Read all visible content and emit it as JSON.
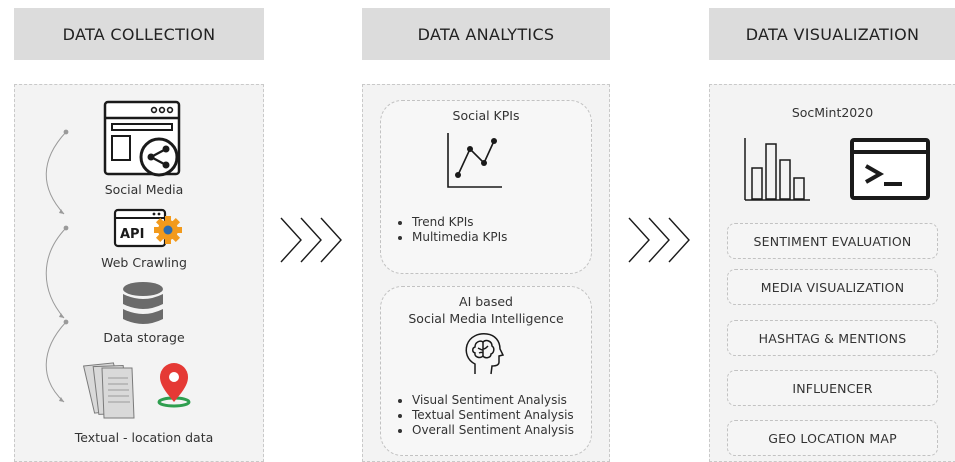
{
  "headers": {
    "collection": "DATA COLLECTION",
    "analytics": "DATA ANALYTICS",
    "visualization": "DATA VISUALIZATION"
  },
  "collection": {
    "social_media": "Social Media",
    "web_crawling": "Web Crawling",
    "api_label": "API",
    "data_storage": "Data storage",
    "textual_location": "Textual - location data"
  },
  "analytics": {
    "kpi_title": "Social KPIs",
    "kpi_items": [
      "Trend KPIs",
      "Multimedia KPIs"
    ],
    "ai_title_1": "AI based",
    "ai_title_2": "Social Media Intelligence",
    "ai_items": [
      "Visual Sentiment Analysis",
      "Textual Sentiment Analysis",
      "Overall Sentiment Analysis"
    ]
  },
  "visualization": {
    "title": "SocMint2020",
    "items": [
      "SENTIMENT EVALUATION",
      "MEDIA VISUALIZATION",
      "HASHTAG & MENTIONS",
      "INFLUENCER",
      "GEO LOCATION MAP"
    ]
  },
  "colors": {
    "header_bg": "#dcdcdc",
    "column_bg": "#f3f3f3",
    "gear_orange": "#f29a1c",
    "api_blue": "#2b6cb0",
    "pin_red": "#e53935",
    "pin_green": "#2e9e4f"
  }
}
